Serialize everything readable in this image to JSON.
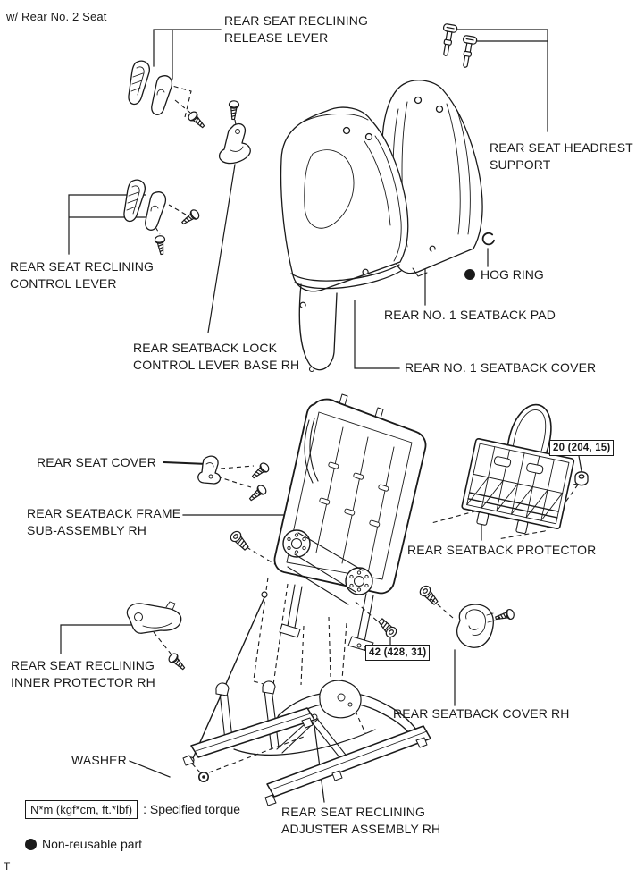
{
  "page": {
    "note": "w/ Rear No. 2 Seat",
    "footer_mark": "T"
  },
  "colors": {
    "ink": "#1a1a1a",
    "paper": "#ffffff"
  },
  "labels": {
    "release_lever": "REAR SEAT RECLINING\nRELEASE LEVER",
    "headrest_support": "REAR SEAT HEADREST\nSUPPORT",
    "hog_ring": "HOG RING",
    "seatback_pad": "REAR NO. 1 SEATBACK PAD",
    "no1_seatback_cover": "REAR NO. 1 SEATBACK COVER",
    "reclining_control_lever": "REAR SEAT RECLINING\nCONTROL LEVER",
    "seatback_lock_base": "REAR SEATBACK LOCK\nCONTROL LEVER BASE RH",
    "rear_seat_cover": "REAR SEAT COVER",
    "seatback_frame": "REAR SEATBACK FRAME\nSUB-ASSEMBLY RH",
    "seatback_protector": "REAR SEATBACK PROTECTOR",
    "seatback_cover_rh": "REAR SEATBACK COVER RH",
    "inner_protector": "REAR SEAT RECLINING\nINNER PROTECTOR RH",
    "washer": "WASHER",
    "adjuster_assembly": "REAR SEAT RECLINING\nADJUSTER ASSEMBLY RH"
  },
  "torque_callouts": {
    "seatback_protector_nut": "20 (204, 15)",
    "recliner_bolt": "42 (428, 31)"
  },
  "legend": {
    "torque_unit_box": "N*m (kgf*cm, ft.*lbf)",
    "torque_description": ": Specified torque",
    "non_reusable": "Non-reusable part"
  }
}
